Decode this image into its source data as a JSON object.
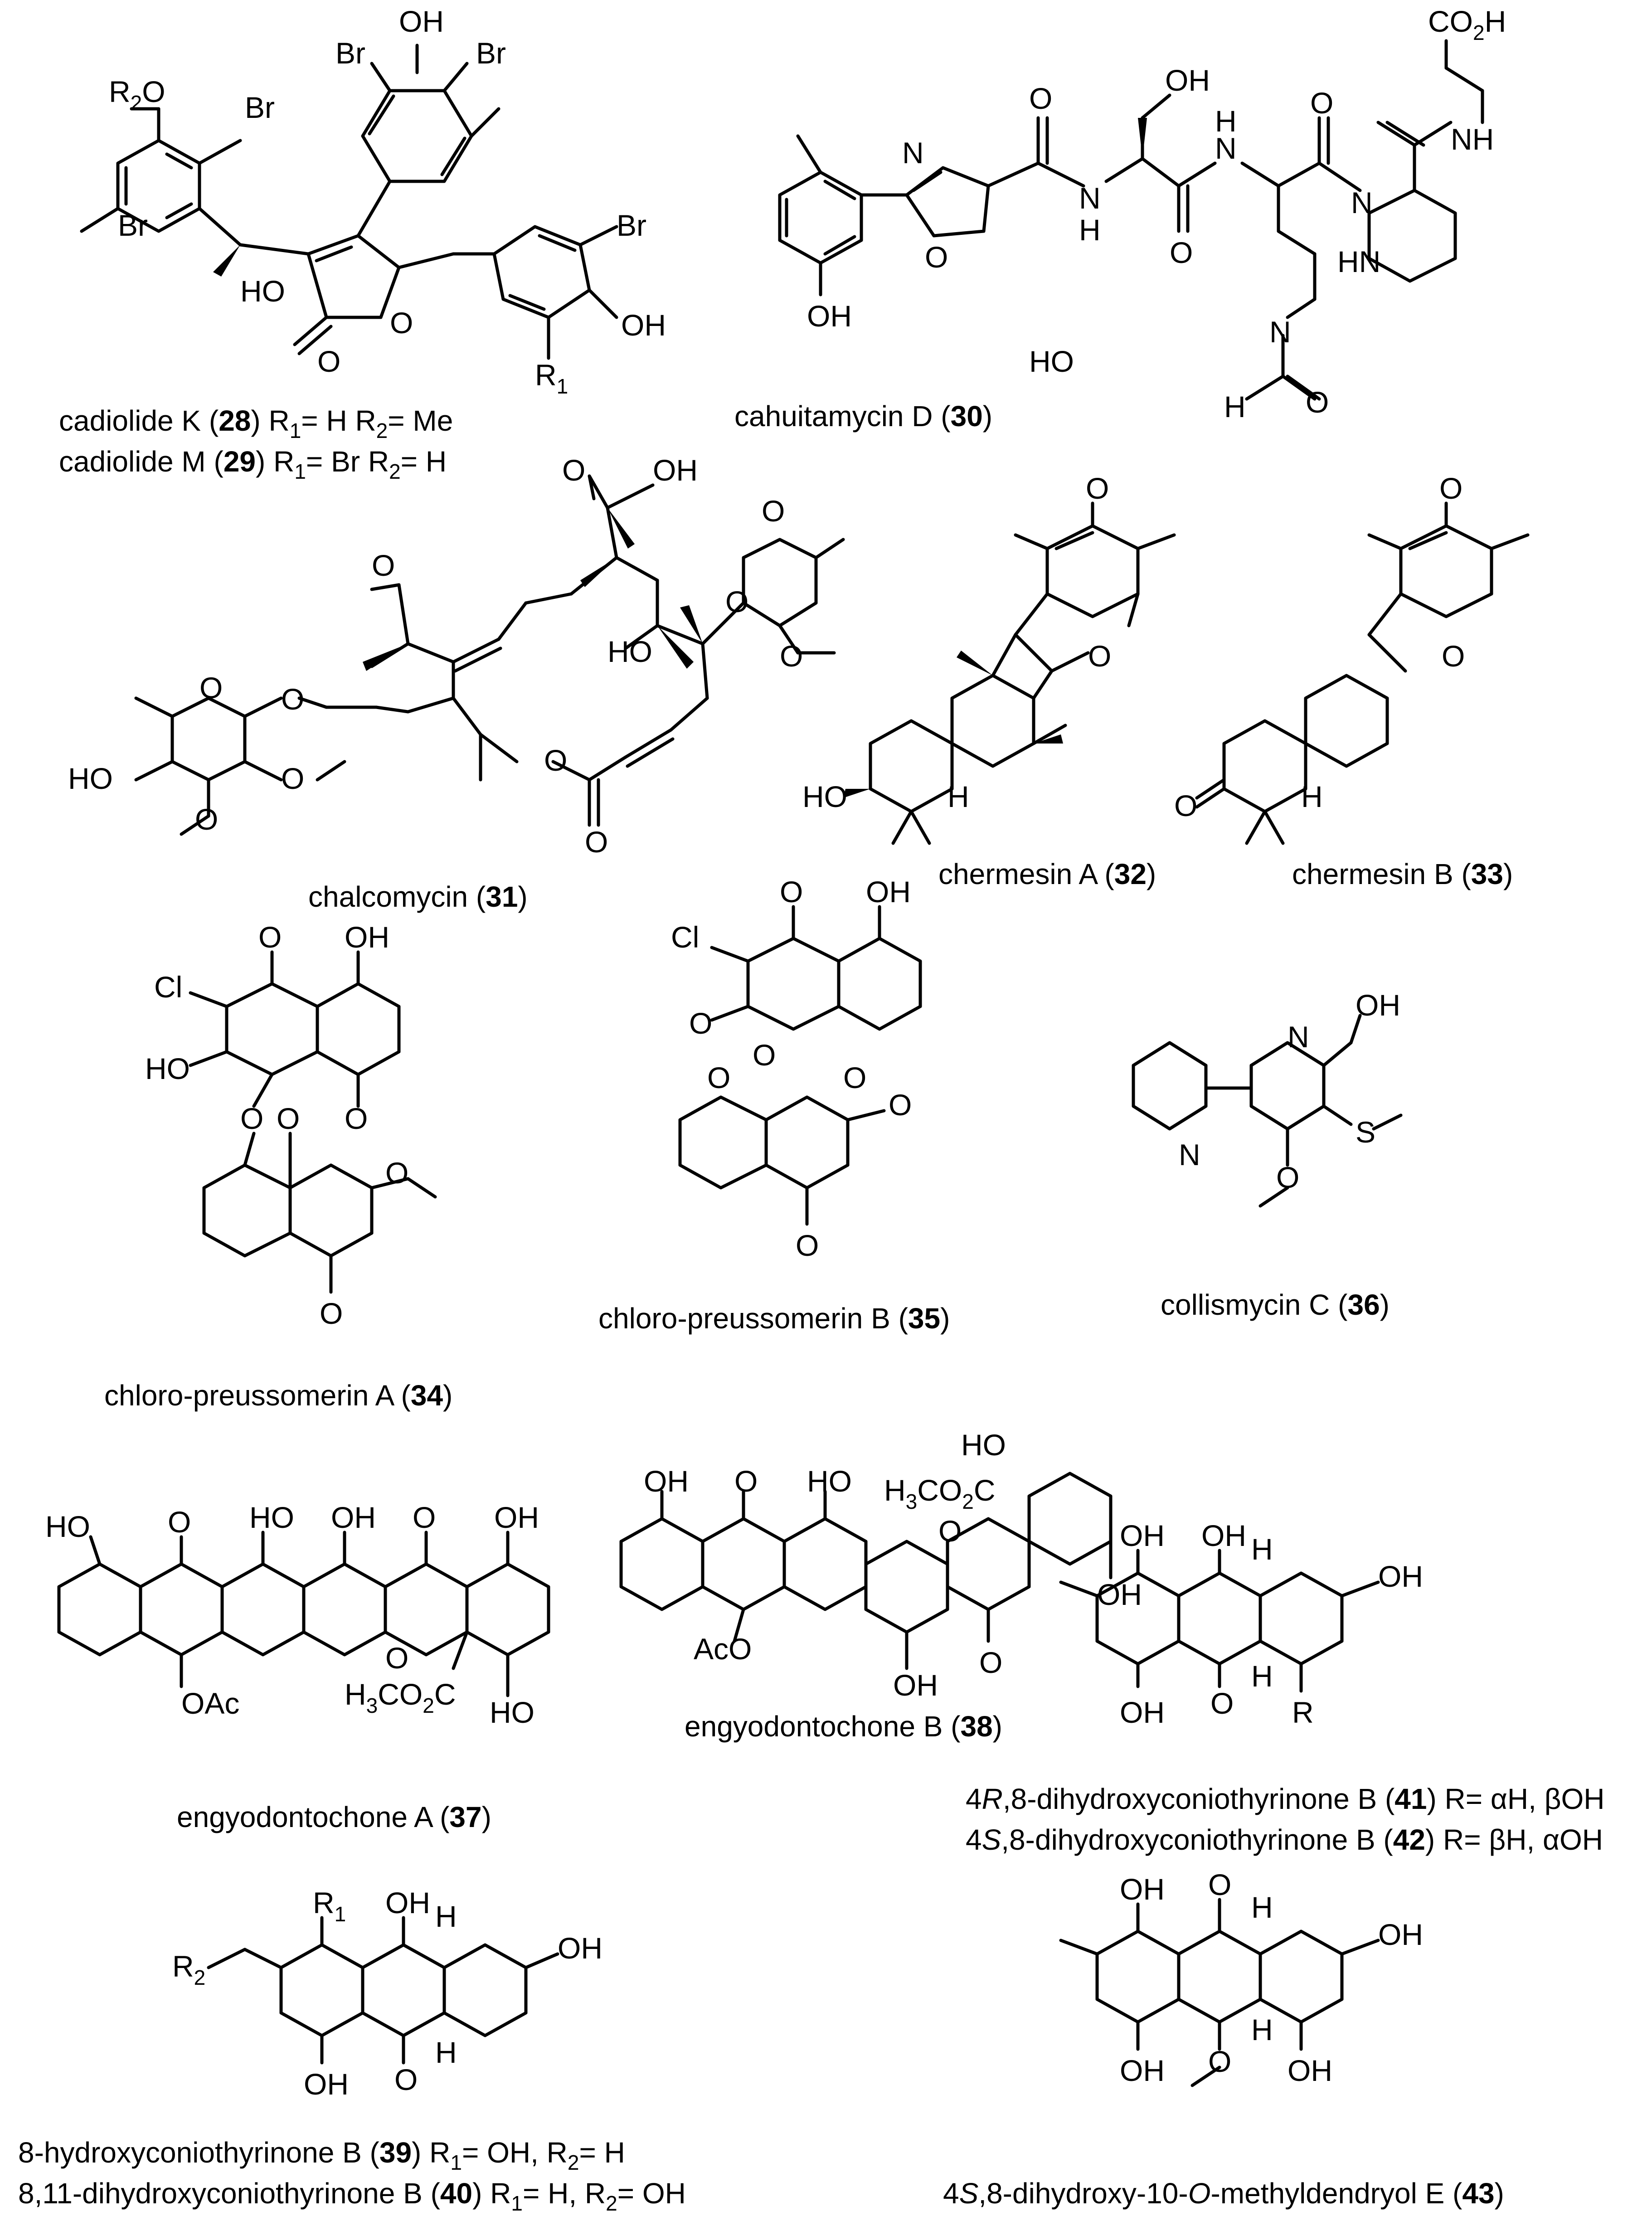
{
  "compounds": [
    {
      "id": "c28",
      "name": "cadiolide K",
      "number": "28",
      "note": "R1= H  R2= Me"
    },
    {
      "id": "c29",
      "name": "cadiolide M",
      "number": "29",
      "note": "R1= Br  R2= H"
    },
    {
      "id": "c30",
      "name": "cahuitamycin D",
      "number": "30",
      "note": ""
    },
    {
      "id": "c31",
      "name": "chalcomycin",
      "number": "31",
      "note": ""
    },
    {
      "id": "c32",
      "name": "chermesin A",
      "number": "32",
      "note": ""
    },
    {
      "id": "c33",
      "name": "chermesin B",
      "number": "33",
      "note": ""
    },
    {
      "id": "c34",
      "name": "chloro-preussomerin A",
      "number": "34",
      "note": ""
    },
    {
      "id": "c35",
      "name": "chloro-preussomerin B",
      "number": "35",
      "note": ""
    },
    {
      "id": "c36",
      "name": "collismycin C",
      "number": "36",
      "note": ""
    },
    {
      "id": "c37",
      "name": "engyodontochone A",
      "number": "37",
      "note": ""
    },
    {
      "id": "c38",
      "name": "engyodontochone B",
      "number": "38",
      "note": ""
    },
    {
      "id": "c39",
      "name": "8-hydroxyconiothyrinone B",
      "number": "39",
      "note": "R1= OH, R2= H"
    },
    {
      "id": "c40",
      "name": "8,11-dihydroxyconiothyrinone B",
      "number": "40",
      "note": "R1= H, R2= OH"
    },
    {
      "id": "c41",
      "name": "4R,8-dihydroxyconiothyrinone B",
      "number": "41",
      "note": "R= αH, βOH"
    },
    {
      "id": "c42",
      "name": "4S,8-dihydroxyconiothyrinone B",
      "number": "42",
      "note": "R= βH, αOH"
    },
    {
      "id": "c43",
      "name": "4S,8-dihydroxy-10-O-methyldendryol E",
      "number": "43",
      "note": ""
    }
  ],
  "labels": {
    "c28": {
      "prefix": "cadiolide K (",
      "num": "28",
      "suffix": ")",
      "r1": "  R",
      "r1sub": "1",
      "r1val": "= H  R",
      "r2sub": "2",
      "r2val": "= Me"
    },
    "c29": {
      "prefix": "cadiolide M (",
      "num": "29",
      "suffix": ")",
      "r1": " R",
      "r1sub": "1",
      "r1val": "= Br  R",
      "r2sub": "2",
      "r2val": "= H"
    },
    "c30": {
      "prefix": "cahuitamycin D (",
      "num": "30",
      "suffix": ")"
    },
    "c31": {
      "prefix": "chalcomycin (",
      "num": "31",
      "suffix": ")"
    },
    "c32": {
      "prefix": "chermesin A (",
      "num": "32",
      "suffix": ")"
    },
    "c33": {
      "prefix": "chermesin B (",
      "num": "33",
      "suffix": ")"
    },
    "c34": {
      "prefix": "chloro-preussomerin A (",
      "num": "34",
      "suffix": ")"
    },
    "c35": {
      "prefix": "chloro-preussomerin B (",
      "num": "35",
      "suffix": ")"
    },
    "c36": {
      "prefix": "collismycin C (",
      "num": "36",
      "suffix": ")"
    },
    "c37": {
      "prefix": "engyodontochone A (",
      "num": "37",
      "suffix": ")"
    },
    "c38": {
      "prefix": "engyodontochone B (",
      "num": "38",
      "suffix": ")"
    },
    "c39": {
      "prefix": "8-hydroxyconiothyrinone B (",
      "num": "39",
      "suffix": ") R",
      "r1sub": "1",
      "r1val": "= OH, R",
      "r2sub": "2",
      "r2val": "= H"
    },
    "c40": {
      "prefix": "8,11-dihydroxyconiothyrinone B (",
      "num": "40",
      "suffix": ") R",
      "r1sub": "1",
      "r1val": "= H, R",
      "r2sub": "2",
      "r2val": "= OH"
    },
    "c41": {
      "pre": "4",
      "ital": "R",
      "prefix": ",8-dihydroxyconiothyrinone B (",
      "num": "41",
      "suffix": ") R= αH, βOH"
    },
    "c42": {
      "pre": "4",
      "ital": "S",
      "prefix": ",8-dihydroxyconiothyrinone B (",
      "num": "42",
      "suffix": ") R= βH, αOH"
    },
    "c43": {
      "pre": "4",
      "ital": "S",
      "prefix": ",8-dihydroxy-10-",
      "ital2": "O",
      "prefix2": "-methyldendryol E (",
      "num": "43",
      "suffix": ")"
    }
  },
  "atoms": {
    "OH": "OH",
    "O": "O",
    "Br": "Br",
    "Cl": "Cl",
    "N": "N",
    "H": "H",
    "HO": "HO",
    "S": "S",
    "R": "R",
    "R1": "R",
    "R2": "R",
    "sub1": "1",
    "sub2": "2",
    "HN": "HN",
    "NH": "NH",
    "NHpep": "N",
    "Hpep": "H",
    "CO2H": "CO",
    "CO2H_2": "2",
    "CO2H_H": "H",
    "H3CO2C": "H",
    "H3_3": "3",
    "H3CO2C_mid": "CO",
    "H3CO2C_2": "2",
    "H3CO2C_C": "C",
    "OAc": "OAc",
    "AcO": "AcO"
  }
}
